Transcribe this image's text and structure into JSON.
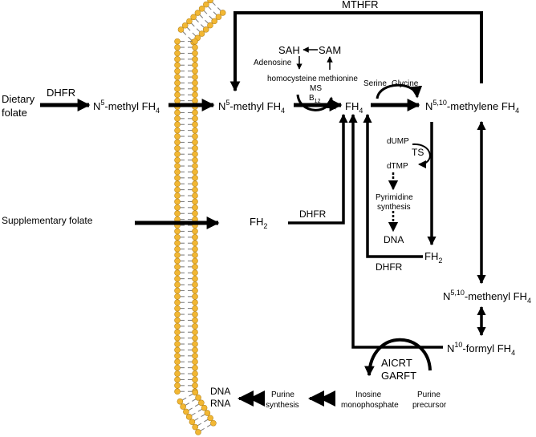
{
  "labels": {
    "dietary_folate_line1": "Dietary",
    "dietary_folate_line2": "folate",
    "dhfr_dietary": "DHFR",
    "n5_methyl_fh4_outside_prefix": "N",
    "n5_methyl_fh4_outside_sup": "5",
    "n5_methyl_fh4_outside_main": "-methyl FH",
    "n5_methyl_fh4_outside_sub": "4",
    "n5_methyl_fh4_inside_prefix": "N",
    "n5_methyl_fh4_inside_sup": "5",
    "n5_methyl_fh4_inside_main": "-methyl FH",
    "n5_methyl_fh4_inside_sub": "4",
    "mthfr": "MTHFR",
    "sah": "SAH",
    "sam": "SAM",
    "adenosine": "Adenosine",
    "homocysteine": "homocysteine",
    "methionine": "methionine",
    "ms": "MS",
    "b12_main": "B",
    "b12_sub": "12",
    "fh4_main": "FH",
    "fh4_sub": "4",
    "serine": "Serine",
    "glycine": "Glycine",
    "methylene_prefix": "N",
    "methylene_sup": "5,10",
    "methylene_main": "-methylene FH",
    "methylene_sub": "4",
    "dump": "dUMP",
    "ts": "TS",
    "dtmp": "dTMP",
    "pyrimidine_line1": "Pyrimidine",
    "pyrimidine_line2": "synthesis",
    "dna_pyrimidine": "DNA",
    "supplementary_folate": "Supplementary folate",
    "fh2_left_main": "FH",
    "fh2_left_sub": "2",
    "dhfr_left": "DHFR",
    "fh2_right_main": "FH",
    "fh2_right_sub": "2",
    "dhfr_right": "DHFR",
    "methenyl_prefix": "N",
    "methenyl_sup": "5,10",
    "methenyl_main": "-methenyl FH",
    "methenyl_sub": "4",
    "formyl_prefix": "N",
    "formyl_sup": "10",
    "formyl_main": "-formyl FH",
    "formyl_sub": "4",
    "aicrt": "AICRT",
    "garft": "GARFT",
    "dna_purine": "DNA",
    "rna_purine": "RNA",
    "purine_synthesis_line1": "Purine",
    "purine_synthesis_line2": "synthesis",
    "inosine_line1": "Inosine",
    "inosine_line2": "monophosphate",
    "purine_precursor_line1": "Purine",
    "purine_precursor_line2": "precursor"
  },
  "colors": {
    "membrane_head": "#F2B733",
    "membrane_head_stroke": "#B8861B",
    "membrane_tail": "#777777",
    "ink": "#000000"
  }
}
